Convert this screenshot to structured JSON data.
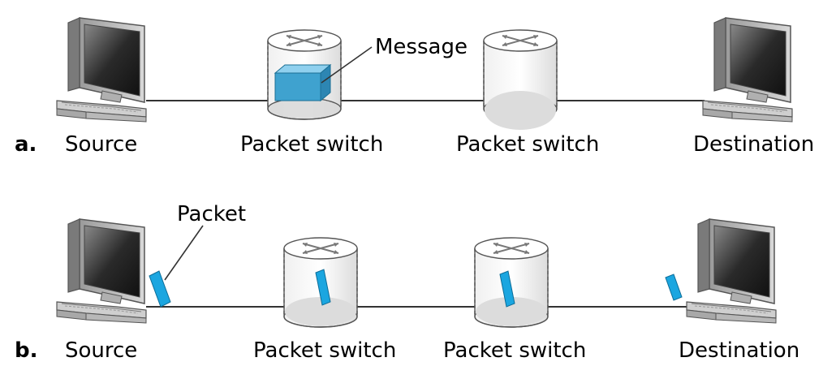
{
  "row_a": {
    "tag": "a.",
    "source_label": "Source",
    "switch1_label": "Packet switch",
    "switch2_label": "Packet switch",
    "destination_label": "Destination",
    "callout": "Message"
  },
  "row_b": {
    "tag": "b.",
    "source_label": "Source",
    "switch1_label": "Packet switch",
    "switch2_label": "Packet switch",
    "destination_label": "Destination",
    "callout": "Packet"
  },
  "colors": {
    "link": "#333333",
    "packet_blue": "#1ba6e0",
    "message_blue": "#3fa2cf",
    "cylinder_fill": "#d9d9d9",
    "screen_dark": "#1f1f1f"
  },
  "icons": [
    "computer-icon",
    "router-icon"
  ]
}
